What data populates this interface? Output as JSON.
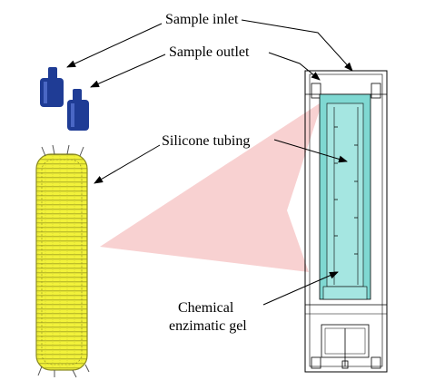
{
  "labels": {
    "sample_inlet": "Sample inlet",
    "sample_outlet": "Sample outlet",
    "silicone_tubing": "Silicone tubing",
    "gel_line1": "Chemical",
    "gel_line2": "enzimatic gel"
  },
  "colors": {
    "connector": "#1f3c95",
    "tubing": "#f2f23a",
    "tubing_stroke": "#8a8a22",
    "gel": "#7fd8d2",
    "beam": "#f7c9c9",
    "line": "#000000"
  }
}
